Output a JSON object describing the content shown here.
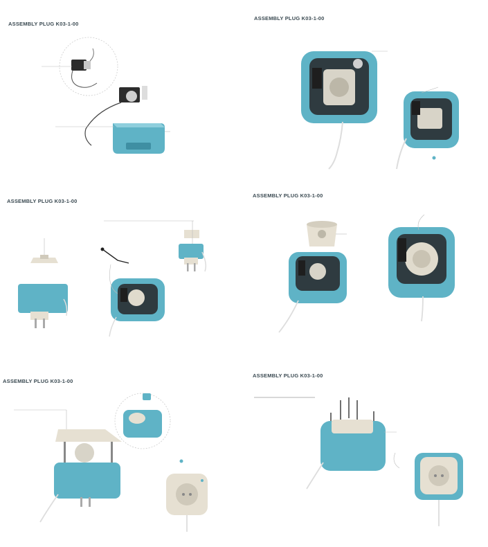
{
  "pages": [
    {
      "title": "ASSEMBLY PLUG K03-1-00"
    },
    {
      "title": "ASSEMBLY PLUG K03-1-00"
    },
    {
      "title": "ASSEMBLY PLUG K03-1-00"
    },
    {
      "title": "ASSEMBLY PLUG K03-1-00"
    },
    {
      "title": "ASSEMBLY PLUG K03-1-00"
    },
    {
      "title": "ASSEMBLY PLUG K03-1-00"
    }
  ],
  "colors": {
    "housing": "#5fb3c6",
    "housing_dark": "#3f8fa3",
    "cream": "#e6e0d2",
    "dark": "#2c2c2c"
  }
}
